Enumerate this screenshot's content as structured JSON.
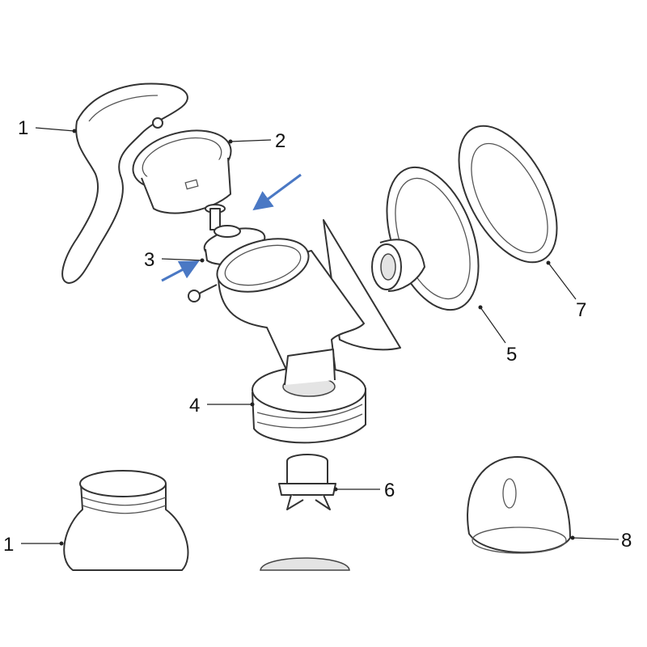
{
  "diagram": {
    "labels": {
      "handle": "1",
      "diaphragm_cap": "2",
      "valve_piston": "3",
      "bottle_ring": "4",
      "funnel_cushion": "5",
      "valve": "6",
      "massage_cushion": "7",
      "bottle": "1",
      "lid": "8"
    },
    "colors": {
      "arrow": "#4a78c4",
      "line": "#333333"
    }
  }
}
